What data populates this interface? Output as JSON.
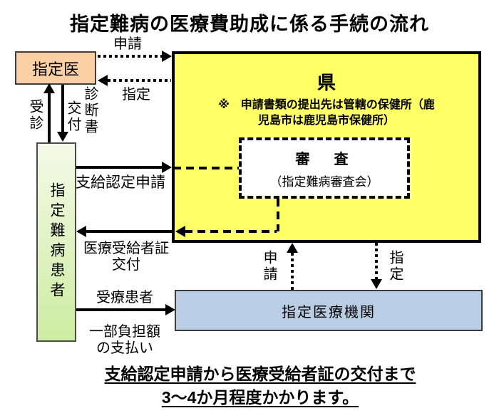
{
  "title": "指定難病の医療費助成に係る手続の流れ",
  "boxes": {
    "doctor": {
      "label": "指定医"
    },
    "patient": {
      "label": "指定難病患者"
    },
    "prefecture": {
      "label": "県",
      "note_line1": "※　申請書類の提出先は管轄の保健所（鹿",
      "note_line2": "児島市は鹿児島市保健所）"
    },
    "review": {
      "label": "審　査",
      "sublabel": "（指定難病審査会）"
    },
    "institution": {
      "label": "指定医療機関"
    }
  },
  "arrows": {
    "doctor_apply": {
      "label": "申請"
    },
    "doctor_designate": {
      "label": "指定"
    },
    "consult": {
      "label": "受診"
    },
    "issue": {
      "label": "交付"
    },
    "diagnosis_doc": {
      "label": "診断書"
    },
    "grant_apply": {
      "label": "支給認定申請"
    },
    "recipient_cert": {
      "line1": "医療受給者証",
      "line2": "交付"
    },
    "treated_patient": {
      "label": "受療患者"
    },
    "copayment": {
      "line1": "一部負担額",
      "line2": "の支払い"
    },
    "inst_apply": {
      "label": "申請"
    },
    "inst_designate": {
      "label": "指定"
    }
  },
  "footer": {
    "line1": "支給認定申請から医療受給者証の交付まで",
    "line2": "3～4か月程度かかります。"
  },
  "colors": {
    "doctor-fill": "#FAD0A4",
    "prefecture-fill": "#FFFF66",
    "institution-fill": "#B9CDE5",
    "patient-top": "#F4FAE8",
    "patient-bottom": "#CDECA2",
    "line": "#000000"
  }
}
